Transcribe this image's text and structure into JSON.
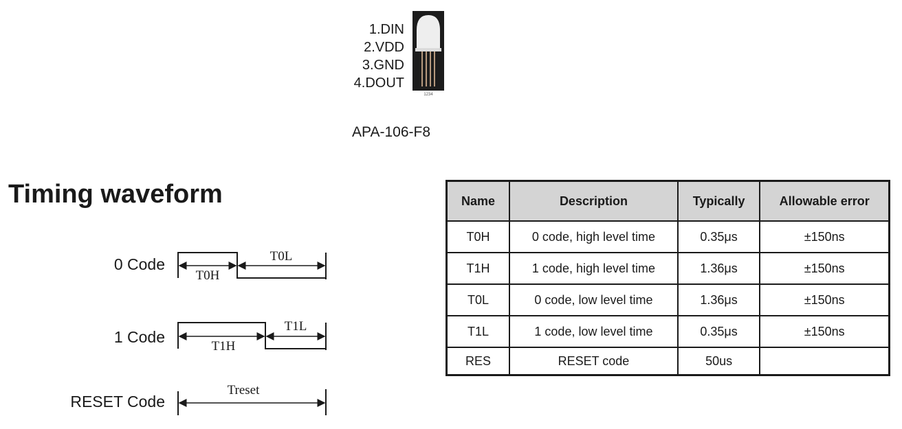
{
  "pinout": {
    "pins": [
      "1.DIN",
      "2.VDD",
      "3.GND",
      "4.DOUT"
    ],
    "photo_pin_numbers": "1234",
    "part_number": "APA-106-F8"
  },
  "timing": {
    "title": "Timing waveform",
    "codes": [
      {
        "label": "0 Code",
        "high_label": "T0H",
        "low_label": "T0L"
      },
      {
        "label": "1 Code",
        "high_label": "T1H",
        "low_label": "T1L"
      },
      {
        "label": "RESET Code",
        "span_label": "Treset"
      }
    ]
  },
  "table": {
    "headers": [
      "Name",
      "Description",
      "Typically",
      "Allowable error"
    ],
    "rows": [
      [
        "T0H",
        "0 code, high level time",
        "0.35μs",
        "±150ns"
      ],
      [
        "T1H",
        "1 code, high level time",
        "1.36μs",
        "±150ns"
      ],
      [
        "T0L",
        "0 code, low level time",
        "1.36μs",
        "±150ns"
      ],
      [
        "T1L",
        "1 code, low level time",
        "0.35μs",
        "±150ns"
      ],
      [
        "RES",
        "RESET code",
        "50us",
        ""
      ]
    ]
  }
}
